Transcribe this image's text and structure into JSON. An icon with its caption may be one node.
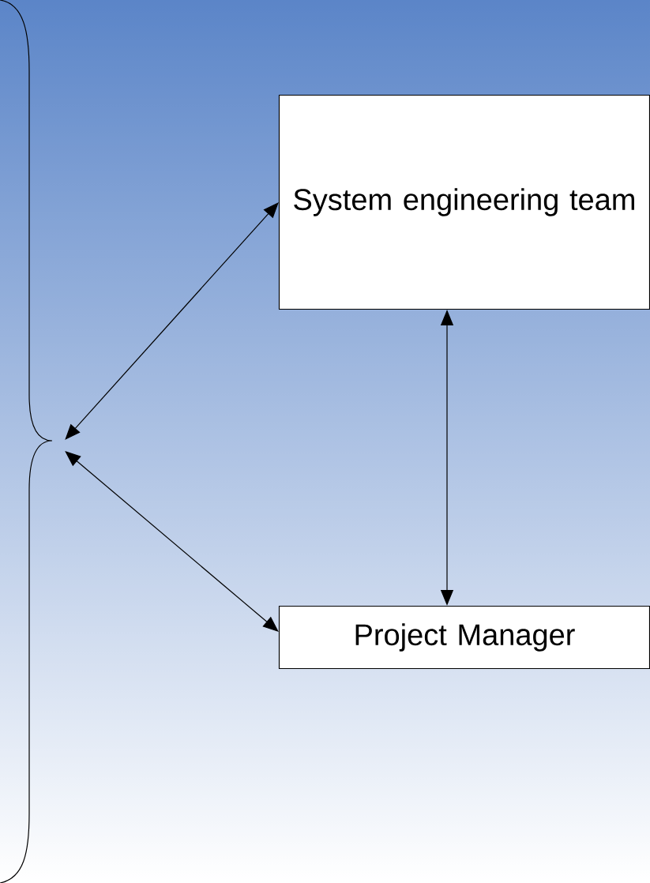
{
  "diagram": {
    "nodes": [
      {
        "text": [
          "System engineering team"
        ]
      },
      {
        "text": [
          "Project Manager"
        ]
      },
      {
        "text": [],
        "shape": "brace"
      }
    ],
    "edges": [
      {
        "from": 2,
        "to": 0,
        "arrow": "both"
      },
      {
        "from": 2,
        "to": 1,
        "arrow": "both"
      },
      {
        "from": 0,
        "to": 1,
        "arrow": "both"
      }
    ]
  }
}
